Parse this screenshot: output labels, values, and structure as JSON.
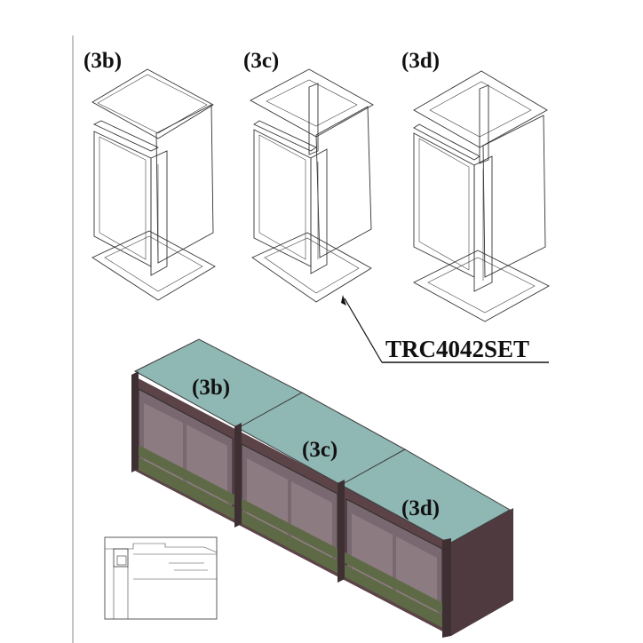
{
  "labels": {
    "exploded_b": "(3b)",
    "exploded_c": "(3c)",
    "exploded_d": "(3d)",
    "callout": "TRC4042SET",
    "assembled_b": "(3b)",
    "assembled_c": "(3c)",
    "assembled_d": "(3d)"
  },
  "colors": {
    "glass_top": "#8fb7b4",
    "frame_dark": "#5b4348",
    "rail_green": "#5d6a45",
    "interior": "#7a6870",
    "line": "#333333"
  }
}
